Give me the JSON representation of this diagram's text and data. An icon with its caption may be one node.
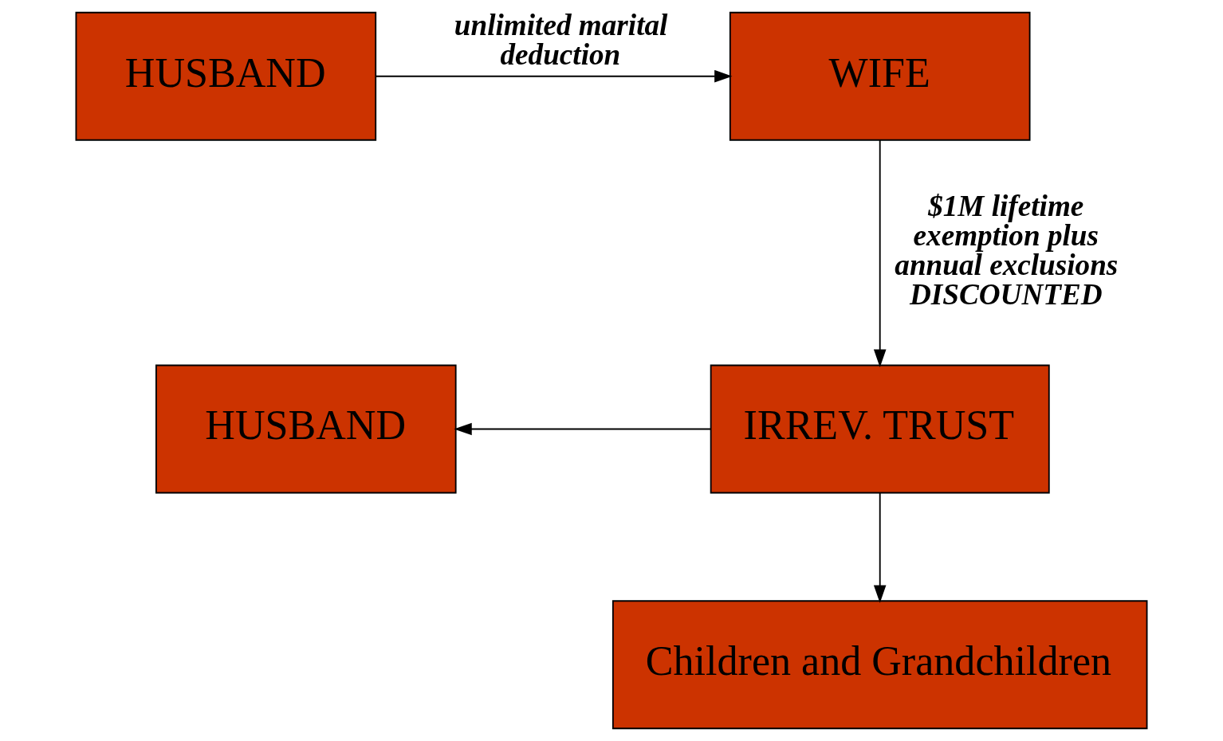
{
  "diagram": {
    "nodes": [
      {
        "text": [
          "HUSBAND"
        ]
      },
      {
        "text": [
          "WIFE"
        ]
      },
      {
        "text": [
          "HUSBAND"
        ]
      },
      {
        "text": [
          "IRREV. TRUST"
        ]
      },
      {
        "text": [
          "Children and Grandchildren"
        ]
      }
    ],
    "edges": [
      {
        "from": 0,
        "to": 1,
        "arrow": "to",
        "label": "unlimited marital deduction"
      },
      {
        "from": 1,
        "to": 3,
        "arrow": "to",
        "label": "$1M lifetime exemption plus annual exclusions DISCOUNTED"
      },
      {
        "from": 3,
        "to": 2,
        "arrow": "to"
      },
      {
        "from": 3,
        "to": 4,
        "arrow": "to"
      }
    ]
  }
}
